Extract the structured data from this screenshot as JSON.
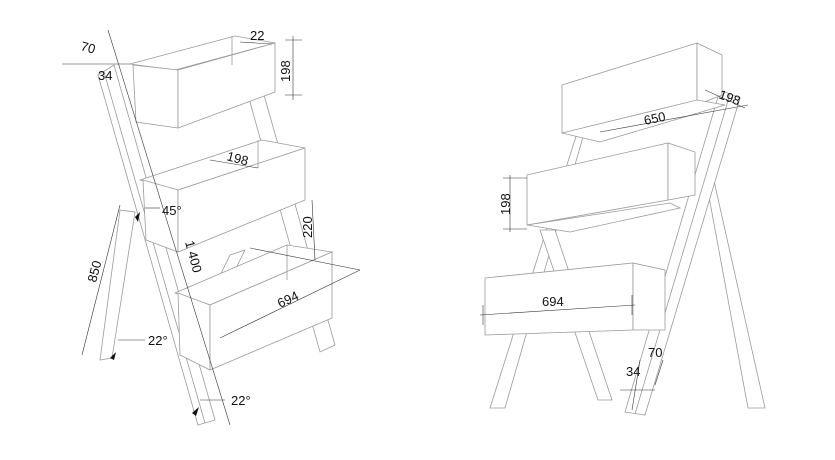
{
  "left_view": {
    "dims": {
      "leg_width_70": "70",
      "board_22": "22",
      "box_height_198": "198",
      "leg_thickness_34": "34",
      "box_depth_198": "198",
      "angle_45": "45°",
      "spacing_220": "220",
      "length_1400": "1 400",
      "rear_leg_850": "850",
      "box_length_694": "694",
      "angle_rear_22": "22°",
      "angle_front_22": "22°"
    }
  },
  "right_view": {
    "dims": {
      "box_length_650": "650",
      "box_depth_198": "198",
      "box_height_198": "198",
      "box_length_694": "694",
      "leg_width_70": "70",
      "leg_thickness_34": "34"
    }
  }
}
